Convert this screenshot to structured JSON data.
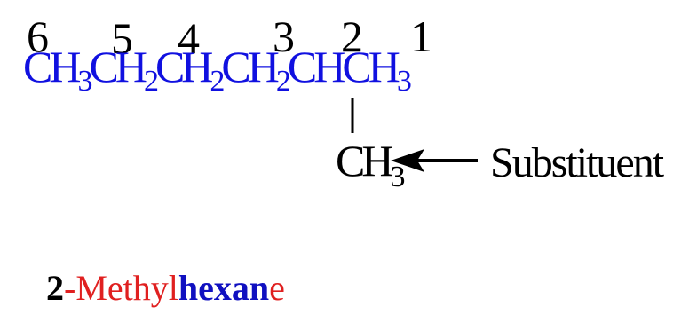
{
  "colors": {
    "chain": "#1010e0",
    "black": "#000000",
    "red": "#e02020",
    "blue": "#1010c0"
  },
  "numbers": [
    "6",
    "5",
    "4",
    "3",
    "2",
    "1"
  ],
  "chain": {
    "groups": [
      {
        "main": "CH",
        "sub": "3"
      },
      {
        "main": "CH",
        "sub": "2"
      },
      {
        "main": "CH",
        "sub": "2"
      },
      {
        "main": "CH",
        "sub": "2"
      },
      {
        "main": "CH",
        "sub": ""
      },
      {
        "main": "CH",
        "sub": "3"
      }
    ]
  },
  "substituent": {
    "main": "CH",
    "sub": "3",
    "label": "Substituent",
    "arrow_icon": "left-arrow-icon"
  },
  "name": {
    "locant": "2",
    "dash": "-",
    "prefix": "Methyl",
    "root": "hexan",
    "suffix": "e"
  }
}
